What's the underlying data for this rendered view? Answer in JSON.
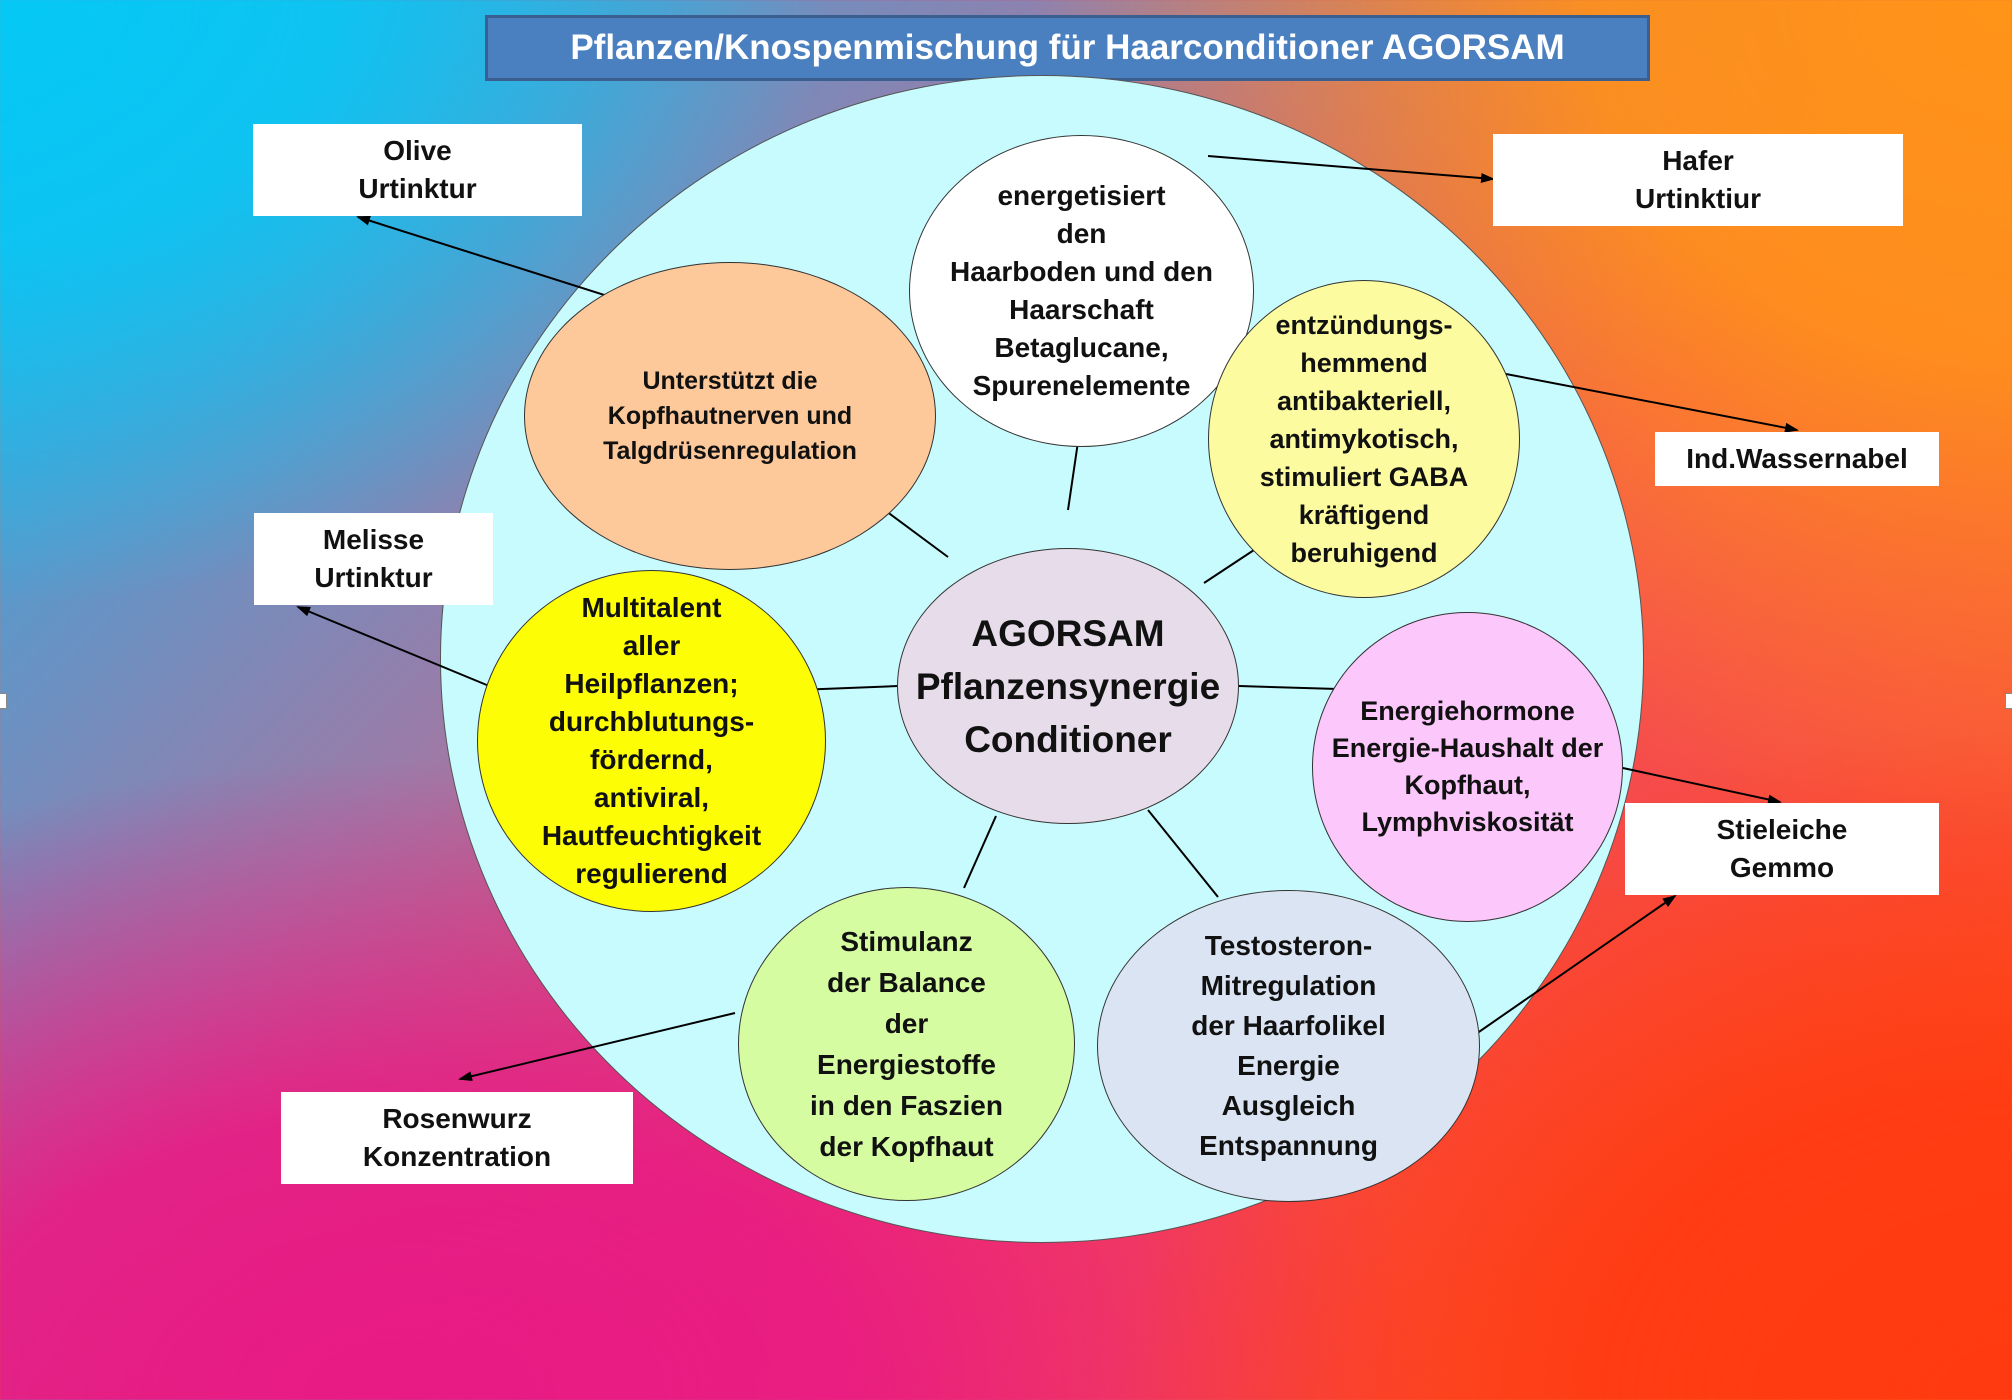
{
  "title": "Pflanzen/Knospenmischung für Haarconditioner AGORSAM",
  "center": "AGORSAM\nPflanzensynergie\nConditioner",
  "nodes": {
    "top": "energetisiert\nden\nHaarboden und den\nHaarschaft\nBetaglucane,\nSpurenelemente",
    "orange": "Unterstützt die\nKopfhautnerven und\nTalgdrüsenregulation",
    "lightyellow": "entzündungs-\nhemmend\nantibakteriell,\nantimykotisch,\nstimuliert GABA\nkräftigend\nberuhigend",
    "yellow": "Multitalent\naller\nHeilpflanzen;\ndurchblutungs-\nfördernd,\nantiviral,\nHautfeuchtigkeit\nregulierend",
    "pink": "Energiehormone\nEnergie-Haushalt der\nKopfhaut,\nLymphviskosität",
    "green": "Stimulanz\nder Balance\nder\nEnergiestoffe\nin den Faszien\nder Kopfhaut",
    "grey": "Testosteron-\nMitregulation\nder Haarfolikel\nEnergie\nAusgleich\nEntspannung"
  },
  "labels": {
    "olive": "Olive\nUrtinktur",
    "hafer": "Hafer\nUrtinktiur",
    "wasser": "Ind.Wassernabel",
    "melisse": "Melisse\nUrtinktur",
    "stieleiche": "Stieleiche\nGemmo",
    "rosenwurz": "Rosenwurz\nKonzentration"
  }
}
